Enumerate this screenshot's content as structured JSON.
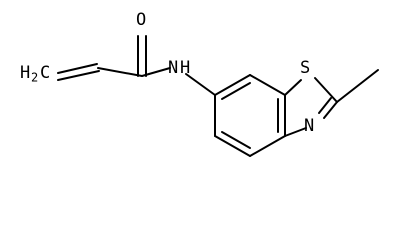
{
  "molecule": {
    "atom_labels": {
      "vinyl_terminal": "H",
      "vinyl_terminal_sub": "2",
      "vinyl_terminal_c": "C",
      "carbonyl_oxygen": "O",
      "amide_nitrogen": "N",
      "amide_hydrogen": "H",
      "thiazole_sulfur": "S",
      "thiazole_nitrogen": "N",
      "methyl": ""
    }
  }
}
